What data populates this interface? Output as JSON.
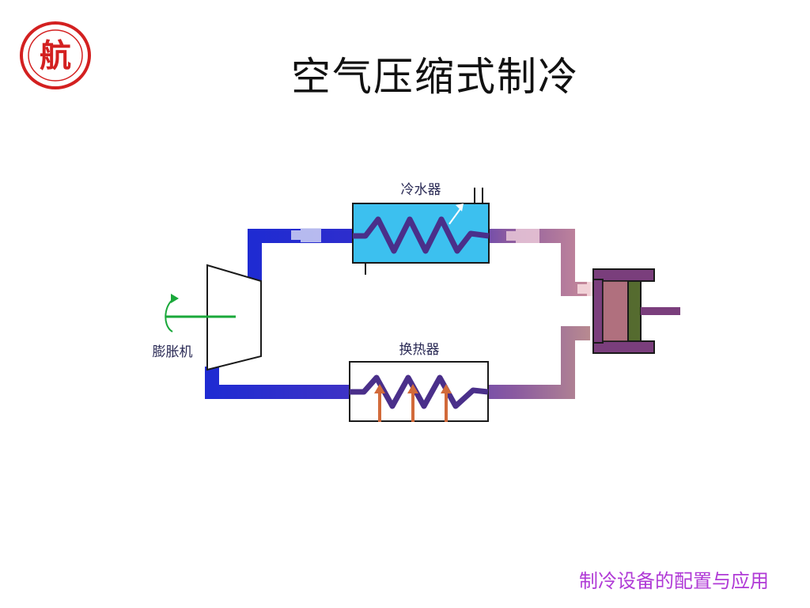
{
  "slide": {
    "title": "空气压缩式制冷",
    "footer": "制冷设备的配置与应用"
  },
  "logo": {
    "icon": "school-seal-icon",
    "glyph": "航",
    "color": "#d32020"
  },
  "diagram": {
    "labels": {
      "cooler": "冷水器",
      "heat_exchanger": "换热器",
      "expander": "膨胀机"
    },
    "colors": {
      "cold_pipe": "#1f2bd2",
      "hot_pipe": "#c78a9a",
      "mixed_pipe": "#7a4aa8",
      "cooler_fill": "#3cc0ef",
      "cold_arrow": "#d0d4f5",
      "piston": "#556b2f",
      "compressor_body": "#7a3e7c"
    }
  }
}
